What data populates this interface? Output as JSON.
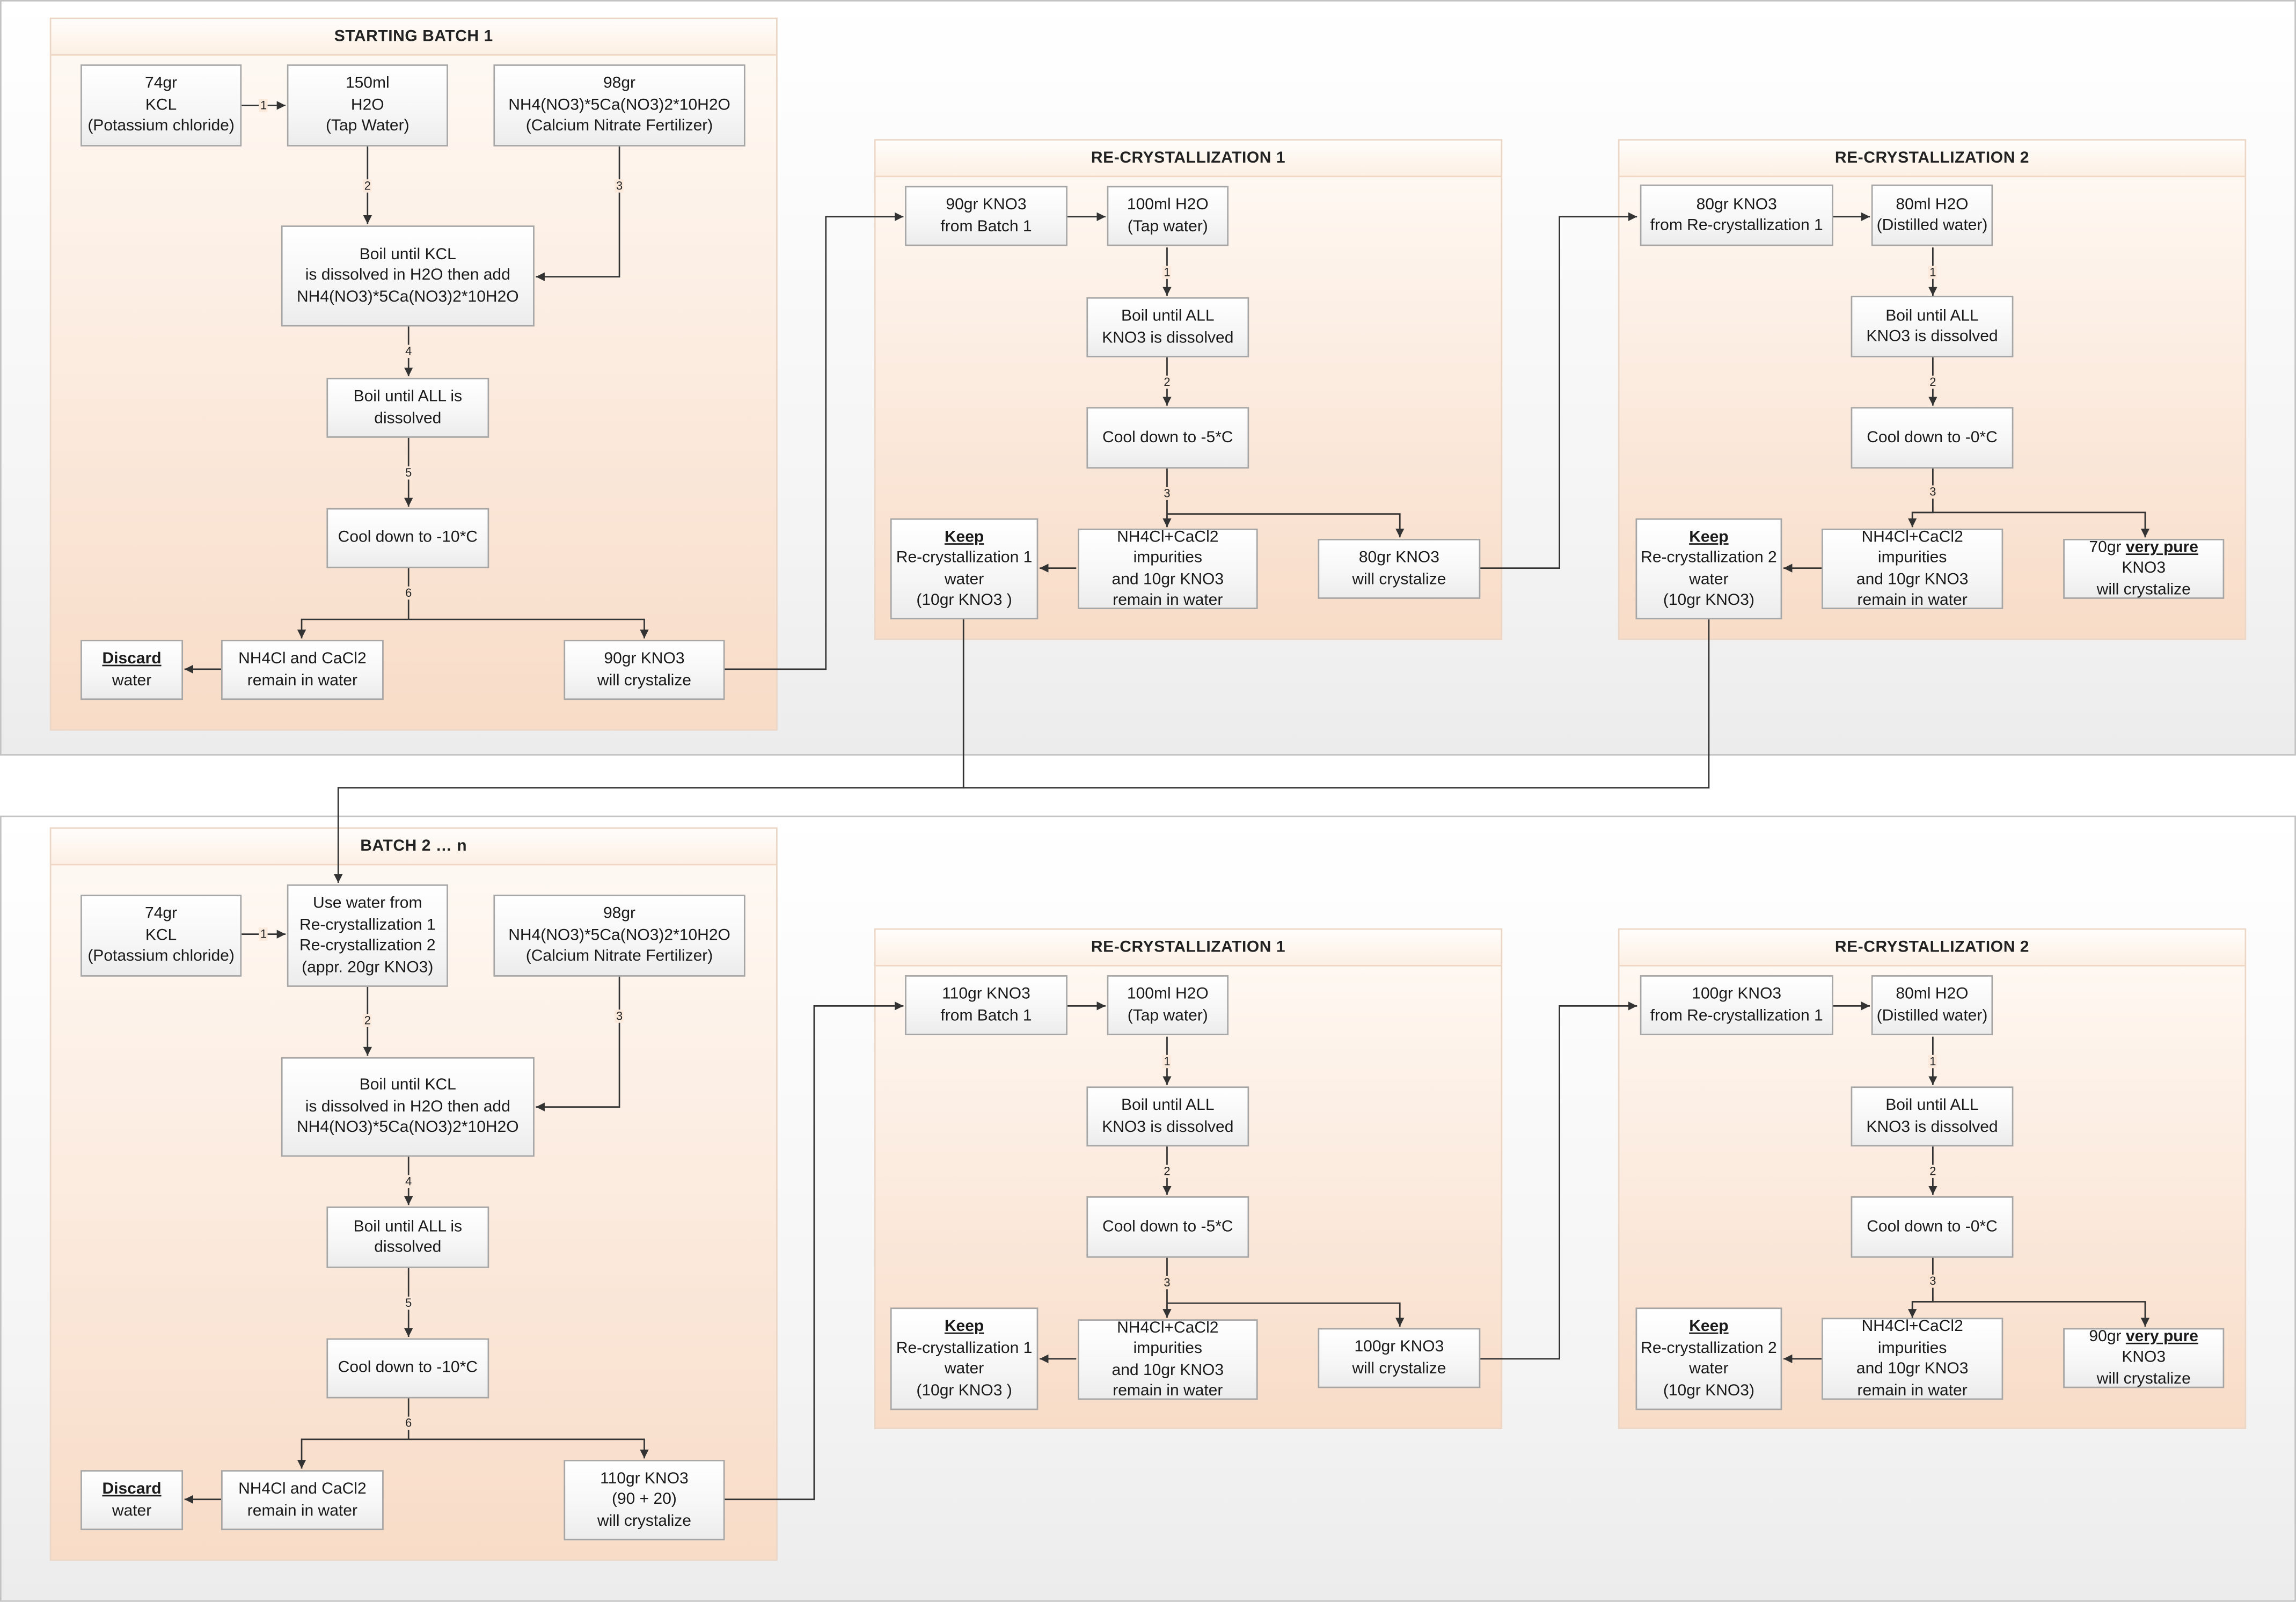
{
  "batch1": {
    "title": "STARTING BATCH 1",
    "kcl": "74gr\nKCL\n(Potassium chloride)",
    "water": "150ml\nH2O\n(Tap Water)",
    "fert": "98gr\nNH4(NO3)*5Ca(NO3)2*10H2O\n(Calcium Nitrate Fertilizer)",
    "boil_kcl": "Boil until KCL\nis dissolved in H2O then add\nNH4(NO3)*5Ca(NO3)2*10H2O",
    "boil_all": "Boil until ALL is\ndissolved",
    "cool": "Cool down to -10*C",
    "remain": "NH4Cl and CaCl2\nremain in water",
    "discard_bold": "Discard",
    "discard_rest": "water",
    "result": "90gr KNO3\nwill crystalize"
  },
  "recryst1_top": {
    "title": "RE-CRYSTALLIZATION 1",
    "in": "90gr KNO3\nfrom Batch 1",
    "water": "100ml H2O\n(Tap water)",
    "boil": "Boil until ALL\nKNO3 is dissolved",
    "cool": "Cool down to -5*C",
    "impur": "NH4Cl+CaCl2 impurities\nand 10gr KNO3\nremain in water",
    "keep_bold": "Keep",
    "keep_rest": "Re-crystallization 1\nwater\n(10gr KNO3 )",
    "result": "80gr KNO3\nwill crystalize"
  },
  "recryst2_top": {
    "title": "RE-CRYSTALLIZATION 2",
    "in": "80gr KNO3\nfrom Re-crystallization 1",
    "water": "80ml H2O\n(Distilled water)",
    "boil": "Boil until ALL\nKNO3 is dissolved",
    "cool": "Cool down to -0*C",
    "impur": "NH4Cl+CaCl2 impurities\nand 10gr KNO3\nremain in water",
    "keep_bold": "Keep",
    "keep_rest": "Re-crystallization 2\nwater\n(10gr KNO3)",
    "res_a": "70gr ",
    "res_b": "very pure",
    "res_c": " KNO3\nwill crystalize"
  },
  "batch2": {
    "title": "BATCH 2 … n",
    "kcl": "74gr\nKCL\n(Potassium chloride)",
    "water": "Use water from\nRe-crystallization 1\nRe-crystallization 2\n(appr. 20gr KNO3)",
    "fert": "98gr\nNH4(NO3)*5Ca(NO3)2*10H2O\n(Calcium Nitrate Fertilizer)",
    "boil_kcl": "Boil until KCL\nis dissolved in H2O then add\nNH4(NO3)*5Ca(NO3)2*10H2O",
    "boil_all": "Boil until ALL is\ndissolved",
    "cool": "Cool down to -10*C",
    "remain": "NH4Cl and CaCl2\nremain in water",
    "discard_bold": "Discard",
    "discard_rest": "water",
    "result": "110gr KNO3\n(90 + 20)\nwill crystalize"
  },
  "recryst1_bot": {
    "title": "RE-CRYSTALLIZATION 1",
    "in": "110gr KNO3\nfrom Batch 1",
    "water": "100ml H2O\n(Tap water)",
    "boil": "Boil until ALL\nKNO3 is dissolved",
    "cool": "Cool down to -5*C",
    "impur": "NH4Cl+CaCl2 impurities\nand 10gr KNO3\nremain in water",
    "keep_bold": "Keep",
    "keep_rest": "Re-crystallization 1\nwater\n(10gr KNO3 )",
    "result": "100gr KNO3\nwill crystalize"
  },
  "recryst2_bot": {
    "title": "RE-CRYSTALLIZATION 2",
    "in": "100gr KNO3\nfrom Re-crystallization 1",
    "water": "80ml H2O\n(Distilled water)",
    "boil": "Boil until ALL\nKNO3 is dissolved",
    "cool": "Cool down to -0*C",
    "impur": "NH4Cl+CaCl2 impurities\nand 10gr KNO3\nremain in water",
    "keep_bold": "Keep",
    "keep_rest": "Re-crystallization 2\nwater\n(10gr KNO3)",
    "res_a": "90gr ",
    "res_b": "very pure",
    "res_c": " KNO3\nwill crystalize"
  },
  "step_labels": {
    "s1": "1",
    "s2": "2",
    "s3": "3",
    "s4": "4",
    "s5": "5",
    "s6": "6"
  }
}
